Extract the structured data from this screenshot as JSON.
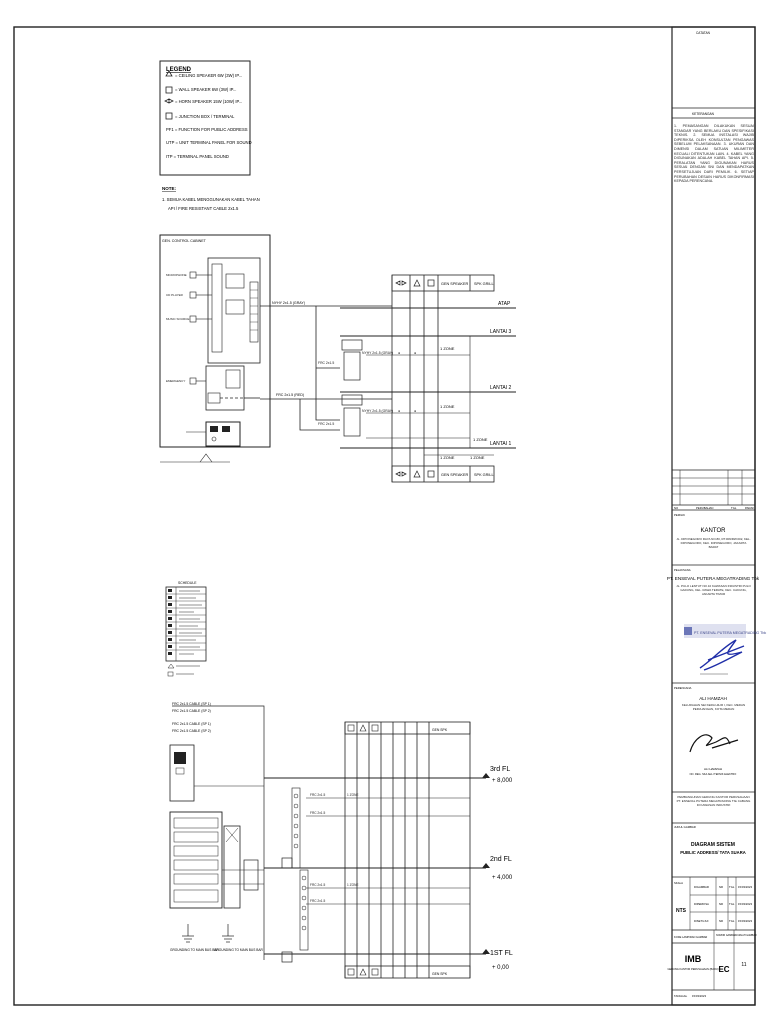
{
  "legend": {
    "title": "LEGEND",
    "items": [
      {
        "symbol": "speaker-triangle",
        "text": "= CEILING SPEAKER 6W (3W) IP..."
      },
      {
        "symbol": "speaker-square",
        "text": "= WALL SPEAKER 6W (3W) IP..."
      },
      {
        "symbol": "speaker-horn",
        "text": "= HORN SPEAKER 15W (10W) IP..."
      },
      {
        "symbol": "box",
        "text": "= JUNCTION BOX / TERMINAL"
      },
      {
        "symbol": "text",
        "text": "PF1 = FUNCTION FOR PUBLIC ADDRESS"
      },
      {
        "symbol": "text",
        "text": "UTP = UNIT TERMINAL PANEL FOR SOUND"
      },
      {
        "symbol": "text",
        "text": "ITP = TERMINAL PANEL SOUND"
      }
    ],
    "note_title": "NOTE:",
    "note_lines": [
      "1. SEMUA KABEL MENGGUNAKAN KABEL TAHAN",
      "API / FIRE RESISTANT CABLE 2x1.5"
    ]
  },
  "riser1": {
    "head_label": "GEN. CONTROL CABINET",
    "cable_a": "NYHY 2x1.5 (GRAY)",
    "cable_b": "FRC 2x1.5 (RED)",
    "level_labels": [
      "ATAP",
      "LANTAI 3",
      "LANTAI 2",
      "LANTAI 1"
    ],
    "header_cells": [
      "GEN SPEAKER",
      "SPK GRILL"
    ],
    "zone_labels": [
      "1 ZONE",
      "1 ZONE",
      "1 ZONE"
    ],
    "bottom_cells": [
      "1 ZONE",
      "1 ZONE"
    ]
  },
  "schedule": {
    "title": "SCHEDULE",
    "rows": 10
  },
  "riser2": {
    "notes_top": [
      "FRC 2x1.5 CABLE (SP 1)",
      "FRC 2x1.5 CABLE (SP 2)"
    ],
    "floors": [
      {
        "name": "3rd FL",
        "elev": "+ 8,000"
      },
      {
        "name": "2nd FL",
        "elev": "+ 4,000"
      },
      {
        "name": "1ST FL",
        "elev": "+ 0,00"
      }
    ],
    "bottom_notes": [
      "GROUNDING TO MAIN BUS BAR",
      "GROUNDING TO MAIN BUS BAR"
    ]
  },
  "titleblock": {
    "catatan": "CATATAN",
    "keterangan": "KETERANGAN",
    "notes_paragraph": "1. PEMASANGAN DILAKUKAN SESUAI STANDAR YANG BERLAKU DAN SPESIFIKASI TEKNIS. 2. SEMUA INSTALASI WAJIB DIPERIKSA OLEH KONSULTAN PENGAWAS SEBELUM PELAKSANAAN. 3. UKURAN DAN DIMENSI DALAM SATUAN MILIMETER KECUALI DITENTUKAN LAIN. 4. KABEL YANG DIGUNAKAN ADALAH KABEL TAHAN API. 5. PERALATAN YANG DIGUNAKAN HARUS SESUAI DENGAN SNI DAN MENDAPATKAN PERSETUJUAN DARI PEMILIK. 6. SETIAP PERUBAHAN DESAIN HARUS DIKONFIRMASI KEPADA PERENCANA.",
    "rev_headers": [
      "NO",
      "PERUBAHAN",
      "TGL",
      "PARAF"
    ],
    "pemilik_label": "PEMILIK",
    "pemilik_name": "KANTOR",
    "pemilik_addr": "JL. DIPONEGORO RAYA NO.80, RT.009/RW.002, KEL. DIPONEGORO, KEC. DIPONEGORO, JAKARTA BARAT",
    "pelaksana_label": "PELAKSANA",
    "pelaksana_name": "PT. ENSEVAL PUTERA MEGATRADING Tbk",
    "pelaksana_addr": "JL. PULO LENTUT NO.10 KAWASAN INDUSTRI PULO GADUNG, KEL. RAWA TERATE, KEC. CAKUNG, JAKARTA TIMUR",
    "stamp_text": "PT. ENSEVAL PUTERA MEGATRADING Tbk",
    "perencana_label": "PERENCANA",
    "perencana_name": "ALI HAMZAH",
    "perencana_addr": "KELURAHAN SEI KERA HILIR I, KEC. MEDAN PERJUANGAN, KOTA MEDAN",
    "perencana_sign_caption": "ALI HAMZAH",
    "perencana_sign_sub": "NO. REG. SKA AHLI TEKNIK ELEKTRO",
    "proyek_label": "JUDUL PEKERJAAN",
    "proyek_text": "PEMBANGUNAN GEDUNG KANTOR PERUSAHAAN PT. ENSEVAL PUTERA MEGATRADING Tbk CABANG DI KAWASAN INDUSTRI",
    "judul_label": "JUDUL GAMBAR",
    "judul_lines": [
      "DIAGRAM SISTEM",
      "PUBLIC ADDRESS/ TATA SUARA"
    ],
    "skala_label": "SKALA",
    "skala_value": "NTS",
    "meta_rows": [
      [
        "DIGAMBAR",
        "NR",
        "TGL",
        "15/03/2023"
      ],
      [
        "DIPERIKSA",
        "NR",
        "TGL",
        "15/03/2023"
      ],
      [
        "DISETUJUI",
        "NR",
        "TGL",
        "15/03/2023"
      ]
    ],
    "kode_label": "KODE LAMPIRAN GAMBAR",
    "nomor_label": "NOMOR GAMBAR",
    "jumlah_label": "JUMLAH GAMBAR",
    "doc_code": "IMB",
    "doc_sub": "GEDUNG KANTOR PERUSAHAAN (BARU)",
    "sheet_code": "EC",
    "sheet_num": "11",
    "tanggal_label": "TANGGAL",
    "tanggal_value": "15/03/2023"
  }
}
